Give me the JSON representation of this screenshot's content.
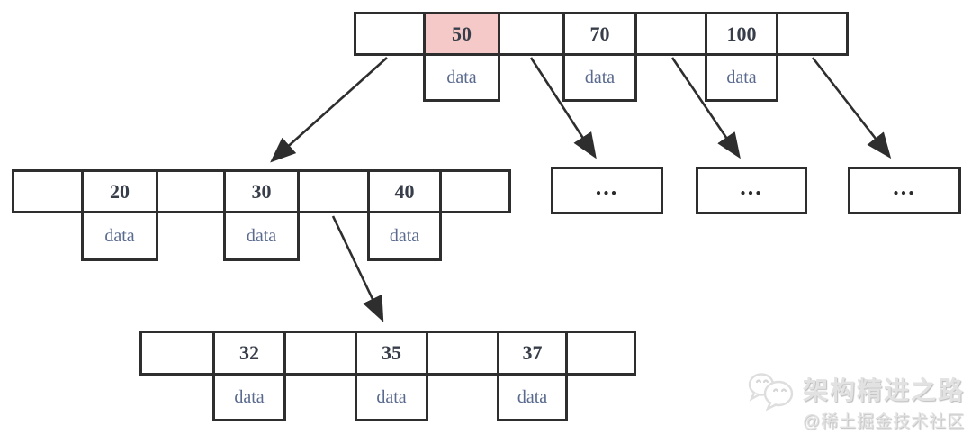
{
  "colors": {
    "border": "#2e2e2e",
    "key_text": "#373d49",
    "data_text": "#5a6a8e",
    "highlight_fill": "#f4c9c7",
    "arrow": "#2e2e2e",
    "watermark_text": "#e2e2e2"
  },
  "tree": {
    "root": {
      "cells": [
        {
          "type": "pointer",
          "label": ""
        },
        {
          "type": "key",
          "label": "50",
          "highlighted": true
        },
        {
          "type": "pointer",
          "label": ""
        },
        {
          "type": "key",
          "label": "70",
          "highlighted": false
        },
        {
          "type": "pointer",
          "label": ""
        },
        {
          "type": "key",
          "label": "100",
          "highlighted": false
        },
        {
          "type": "pointer",
          "label": ""
        }
      ],
      "data_labels": [
        "data",
        "data",
        "data"
      ]
    },
    "left_child": {
      "cells": [
        {
          "type": "pointer",
          "label": ""
        },
        {
          "type": "key",
          "label": "20",
          "highlighted": false
        },
        {
          "type": "pointer",
          "label": ""
        },
        {
          "type": "key",
          "label": "30",
          "highlighted": false
        },
        {
          "type": "pointer",
          "label": ""
        },
        {
          "type": "key",
          "label": "40",
          "highlighted": false
        },
        {
          "type": "pointer",
          "label": ""
        }
      ],
      "data_labels": [
        "data",
        "data",
        "data"
      ]
    },
    "bottom_child": {
      "cells": [
        {
          "type": "pointer",
          "label": ""
        },
        {
          "type": "key",
          "label": "32",
          "highlighted": false
        },
        {
          "type": "pointer",
          "label": ""
        },
        {
          "type": "key",
          "label": "35",
          "highlighted": false
        },
        {
          "type": "pointer",
          "label": ""
        },
        {
          "type": "key",
          "label": "37",
          "highlighted": false
        },
        {
          "type": "pointer",
          "label": ""
        }
      ],
      "data_labels": [
        "data",
        "data",
        "data"
      ]
    },
    "collapsed_leaves": [
      {
        "label": "..."
      },
      {
        "label": "..."
      },
      {
        "label": "..."
      }
    ]
  },
  "watermark": {
    "title": "架构精进之路",
    "subtitle": "@稀土掘金技术社区",
    "icon": "chat-bubbles-icon"
  }
}
